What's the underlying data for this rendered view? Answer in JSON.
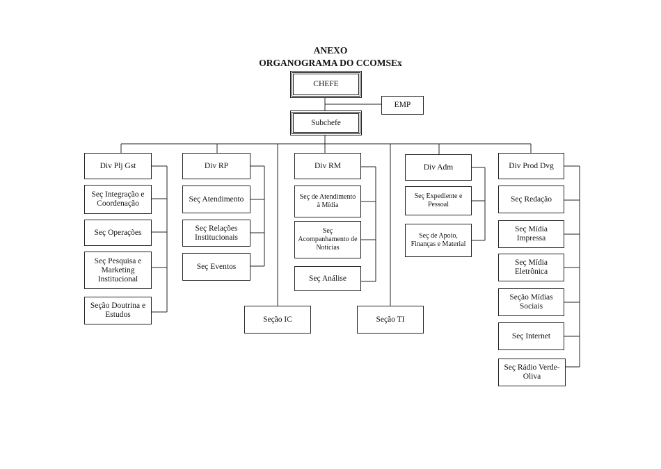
{
  "header": {
    "line1": "ANEXO",
    "line2": "ORGANOGRAMA DO CCOMSEx"
  },
  "top": {
    "chefe": "CHEFE",
    "emp": "EMP",
    "subchefe": "Subchefe"
  },
  "div_plj": {
    "title": "Div Plj Gst",
    "items": [
      "Seç Integração e Coordenação",
      "Seç Operações",
      "Seç Pesquisa e Marketing Institucional",
      "Seção Doutrina e Estudos"
    ]
  },
  "div_rp": {
    "title": "Div RP",
    "items": [
      "Seç Atendimento",
      "Seç Relações Institucionais",
      "Seç Eventos"
    ]
  },
  "div_rm": {
    "title": "Div RM",
    "items": [
      "Seç de Atendimento à Mídia",
      "Seç Acompanhamento de Notícias",
      "Seç Análise"
    ]
  },
  "div_adm": {
    "title": "Div Adm",
    "items": [
      "Seç Expediente e Pessoal",
      "Seç de Apoio, Finanças e Material"
    ]
  },
  "div_prod": {
    "title": "Div Prod Dvg",
    "items": [
      "Seç Redação",
      "Seç Mídia Impressa",
      "Seç Mídia Eletrônica",
      "Seção Mídias Sociais",
      "Seç Internet",
      "Seç Rádio Verde-Oliva"
    ]
  },
  "standalone": {
    "ic": "Seção IC",
    "ti": "Seção TI"
  }
}
